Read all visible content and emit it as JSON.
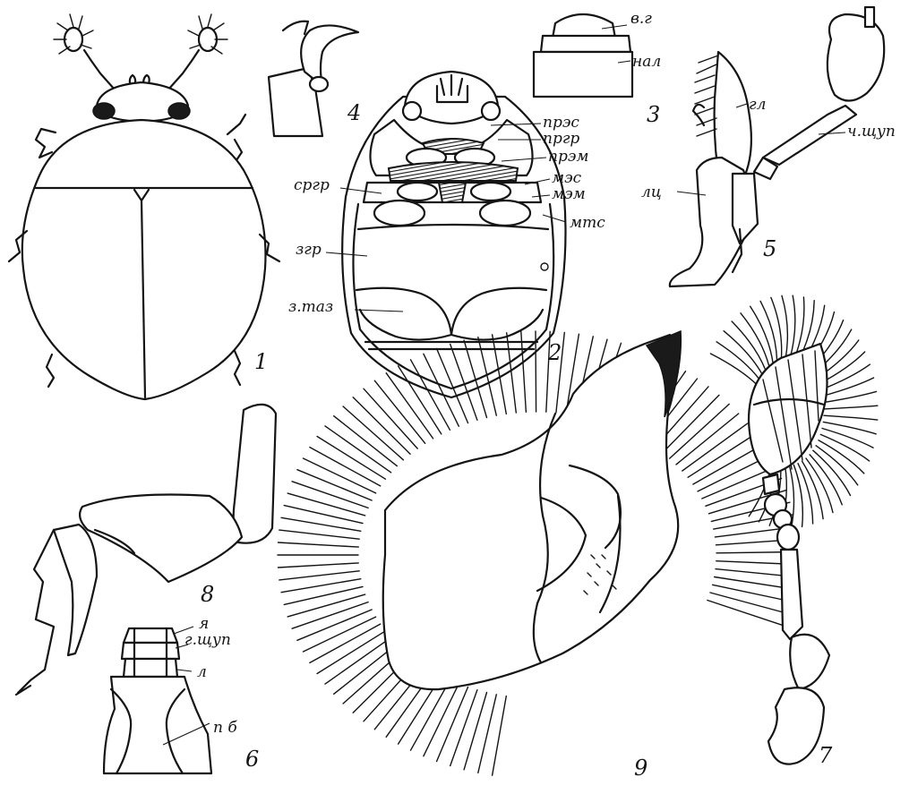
{
  "figures": {
    "fig1": {
      "number": "1"
    },
    "fig2": {
      "number": "2",
      "labels": [
        "прэс",
        "пргр",
        "прэм",
        "мэс",
        "мэм",
        "мтс",
        "сргр",
        "згр",
        "з.таз"
      ]
    },
    "fig3": {
      "number": "3",
      "labels": [
        "в.г",
        "нал"
      ]
    },
    "fig4": {
      "number": "4"
    },
    "fig5": {
      "number": "5",
      "labels": [
        "гл",
        "ч.щуп",
        "лц"
      ]
    },
    "fig6": {
      "number": "6",
      "labels": [
        "я",
        "г.щуп",
        "л",
        "п б"
      ]
    },
    "fig7": {
      "number": "7"
    },
    "fig8": {
      "number": "8"
    },
    "fig9": {
      "number": "9"
    }
  },
  "colors": {
    "ink": "#141414",
    "paper": "#ffffff"
  }
}
